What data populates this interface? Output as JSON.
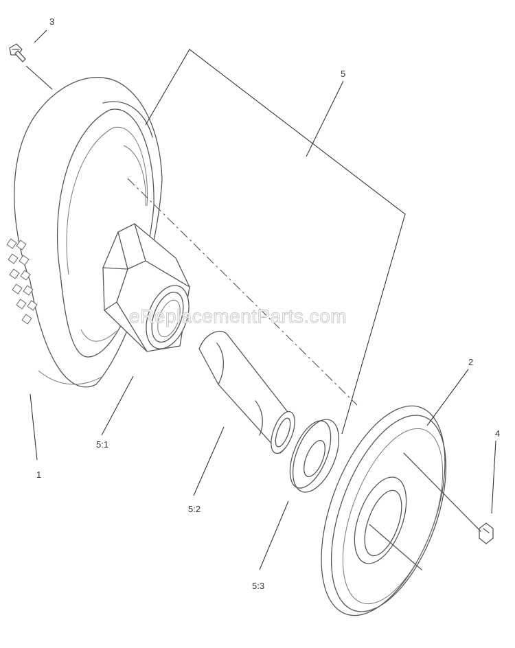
{
  "diagram": {
    "callouts": {
      "part_1": "1",
      "part_2": "2",
      "part_3": "3",
      "part_4": "4",
      "part_5": "5",
      "part_5_1": "5:1",
      "part_5_2": "5:2",
      "part_5_3": "5:3"
    },
    "watermark": "eReplacementParts.com"
  }
}
